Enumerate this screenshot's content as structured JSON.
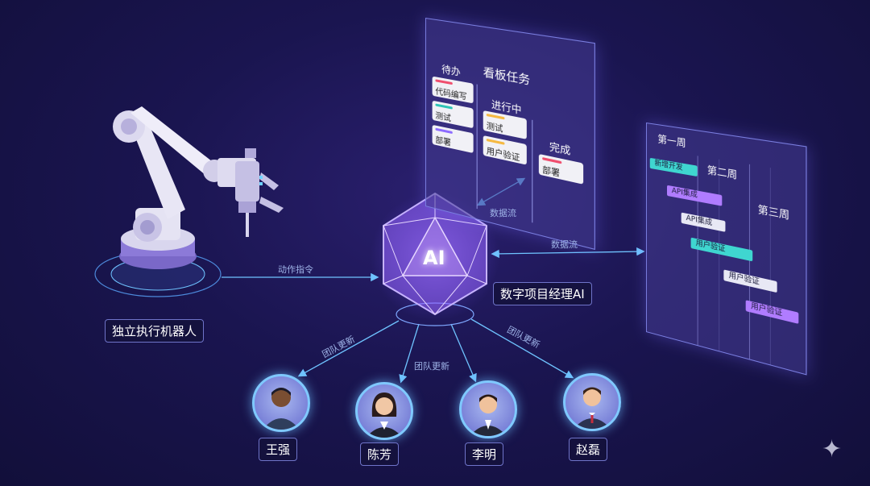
{
  "kanban": {
    "title": "看板任务",
    "col_todo": "待办",
    "col_doing": "进行中",
    "col_done": "完成",
    "cards_todo": [
      "代码编写",
      "测试",
      "部署"
    ],
    "cards_doing": [
      "测试",
      "用户验证"
    ],
    "cards_done": [
      "部署"
    ]
  },
  "gantt": {
    "week1": "第一周",
    "week2": "第二周",
    "week3": "第三周",
    "bars": [
      "新增开发",
      "API集成",
      "API集成",
      "用户验证",
      "用户验证",
      "用户验证"
    ]
  },
  "center": {
    "ai_label": "AI",
    "title": "数字项目经理AI"
  },
  "robot": {
    "label": "独立执行机器人"
  },
  "flows": {
    "data_flow": "数据流",
    "action_command": "动作指令",
    "team_update": "团队更新"
  },
  "team": [
    "王强",
    "陈芳",
    "李明",
    "赵磊"
  ]
}
